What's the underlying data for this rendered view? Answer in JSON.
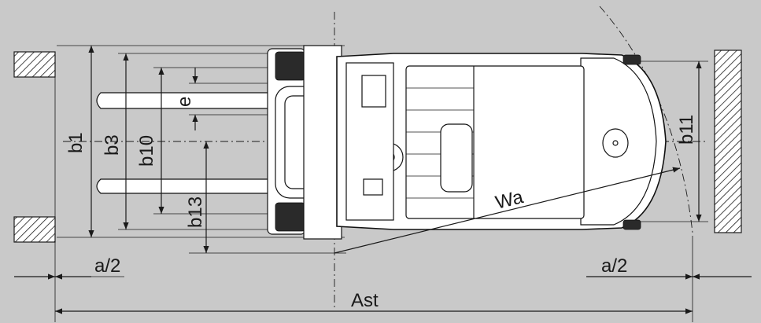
{
  "diagram": {
    "labels": {
      "b1": "b1",
      "b3": "b3",
      "b10": "b10",
      "e": "e",
      "b13": "b13",
      "b11": "b11",
      "wa": "Wa",
      "a2_left": "a/2",
      "a2_right": "a/2",
      "ast": "Ast"
    }
  }
}
